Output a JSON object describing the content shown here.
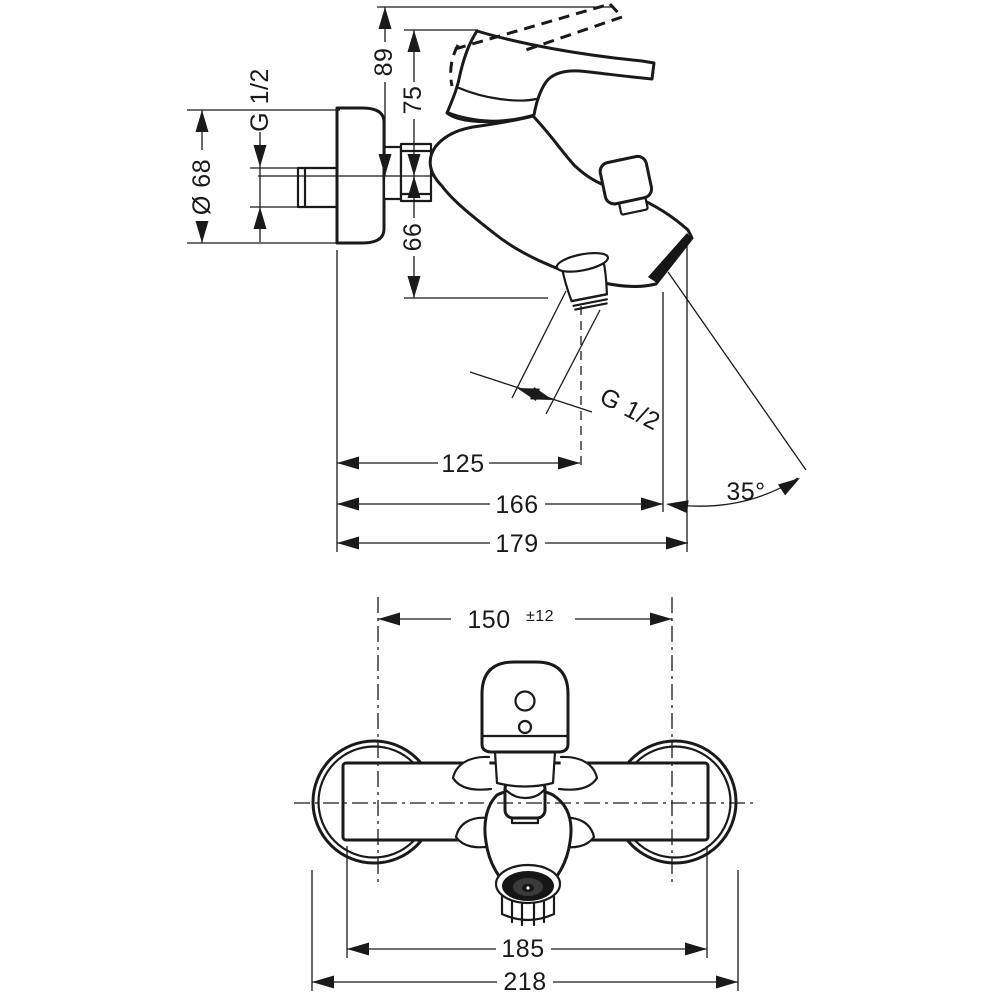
{
  "drawing": {
    "kind": "technical dimension drawing",
    "views": [
      "side elevation",
      "bottom view"
    ]
  },
  "dims": {
    "d89": "89",
    "d75": "75",
    "d66": "66",
    "g12_wall": "G 1/2",
    "dia68": "Ø 68",
    "d125": "125",
    "d166": "166",
    "d179": "179",
    "a35": "35°",
    "g12_spout": "G 1/2",
    "d150": "150",
    "tol": "±12",
    "d185": "185",
    "d218": "218"
  }
}
